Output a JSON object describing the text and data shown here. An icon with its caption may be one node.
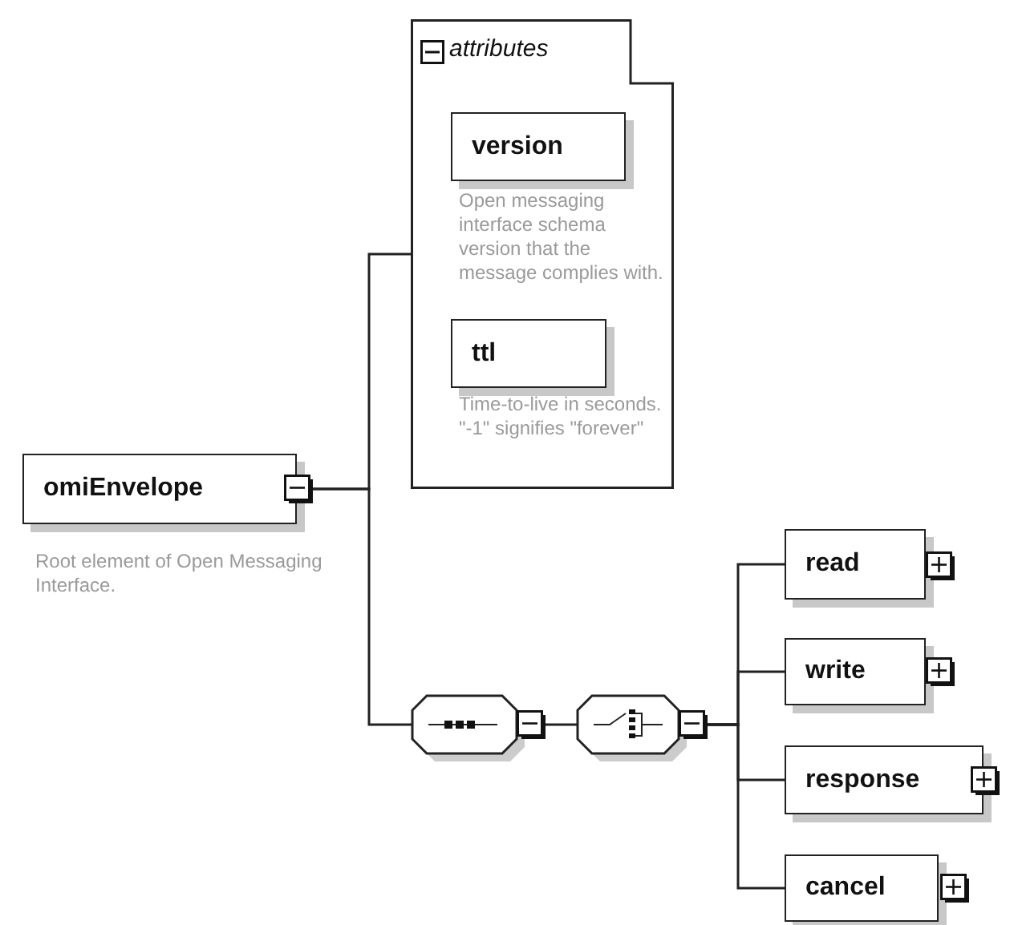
{
  "diagram": {
    "nodes": [
      {
        "text": [
          "omiEnvelope"
        ],
        "beside": [
          "Root element of Open Messaging Interface."
        ]
      },
      {
        "text": [
          "attributes"
        ]
      },
      {
        "text": [
          "version"
        ],
        "in": 1,
        "beside": [
          "Open messaging interface schema version that the message complies with."
        ]
      },
      {
        "text": [
          "ttl"
        ],
        "in": 1,
        "beside": [
          "Time-to-live in seconds. \"-1\" signifies \"forever\""
        ]
      },
      {
        "text": [],
        "shape": "octagon"
      },
      {
        "text": [],
        "shape": "octagon"
      },
      {
        "text": [
          "read"
        ]
      },
      {
        "text": [
          "write"
        ]
      },
      {
        "text": [
          "response"
        ]
      },
      {
        "text": [
          "cancel"
        ]
      }
    ],
    "edges": [
      {
        "from": 0,
        "to": 1,
        "arrow": "none"
      },
      {
        "from": 0,
        "to": 4,
        "arrow": "none"
      },
      {
        "from": 4,
        "to": 5,
        "arrow": "none"
      },
      {
        "from": 5,
        "to": 6,
        "arrow": "none"
      },
      {
        "from": 5,
        "to": 7,
        "arrow": "none"
      },
      {
        "from": 5,
        "to": 8,
        "arrow": "none"
      },
      {
        "from": 5,
        "to": 9,
        "arrow": "none"
      }
    ]
  }
}
